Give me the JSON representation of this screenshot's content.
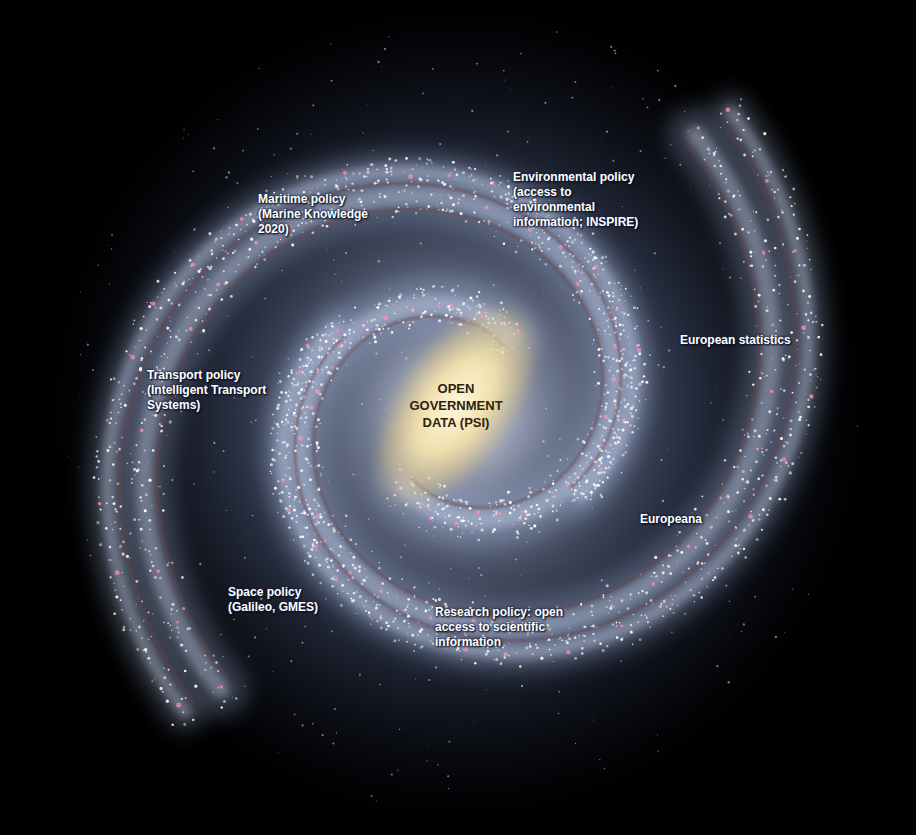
{
  "diagram": {
    "nodes": [
      {
        "text": [
          "OPEN GOVERNMENT DATA (PSI)"
        ]
      }
    ],
    "labels": [
      "Environmental policy (access to environmental information; INSPIRE)",
      "Maritime policy (Marine Knowledge 2020)",
      "European statistics",
      "Transport policy (Intelligent Transport Systems)",
      "Europeana",
      "Space policy (Galileo, GMES)",
      "Research policy: open access to scientific information"
    ]
  }
}
